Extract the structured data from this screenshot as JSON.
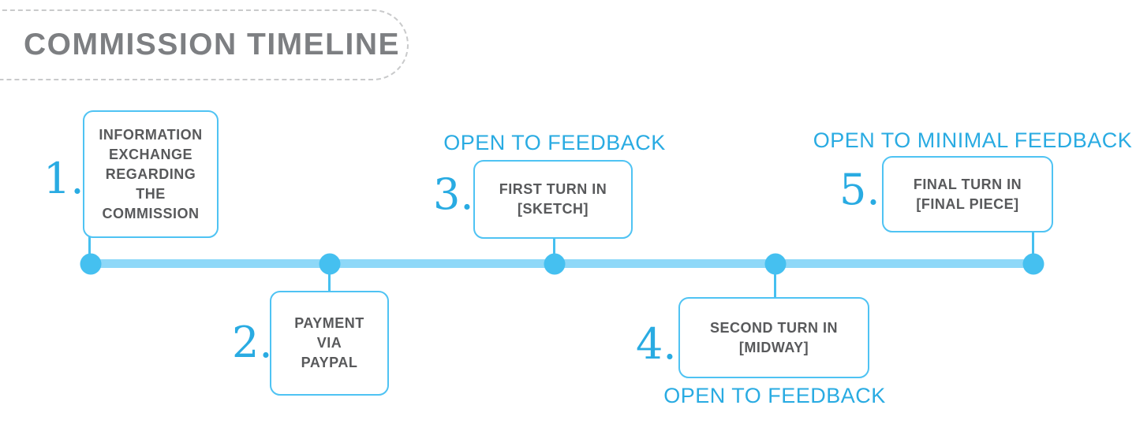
{
  "title": "COMMISSION TIMELINE",
  "colors": {
    "timeline_bar": "#8ed8f8",
    "dot_and_connector": "#45c0f0",
    "box_border": "#4fc3f3",
    "box_text": "#58595b",
    "accent_blue_text": "#29abe2",
    "title_gray": "#7d7f82",
    "dashed_border_gray": "#c9cacb"
  },
  "timeline": {
    "steps": [
      {
        "number": "1.",
        "lines": [
          "INFORMATION",
          "EXCHANGE",
          "REGARDING",
          "THE",
          "COMMISSION"
        ],
        "position": "above",
        "label": ""
      },
      {
        "number": "2.",
        "lines": [
          "PAYMENT",
          "VIA",
          "PAYPAL"
        ],
        "position": "below",
        "label": ""
      },
      {
        "number": "3.",
        "lines": [
          "FIRST TURN IN",
          "[SKETCH]"
        ],
        "position": "above",
        "label": "OPEN TO FEEDBACK",
        "label_placement": "above"
      },
      {
        "number": "4.",
        "lines": [
          "SECOND TURN IN",
          "[MIDWAY]"
        ],
        "position": "below",
        "label": "OPEN TO FEEDBACK",
        "label_placement": "below"
      },
      {
        "number": "5.",
        "lines": [
          "FINAL TURN IN",
          "[FINAL PIECE]"
        ],
        "position": "above",
        "label": "OPEN TO MINIMAL FEEDBACK",
        "label_placement": "above"
      }
    ]
  }
}
